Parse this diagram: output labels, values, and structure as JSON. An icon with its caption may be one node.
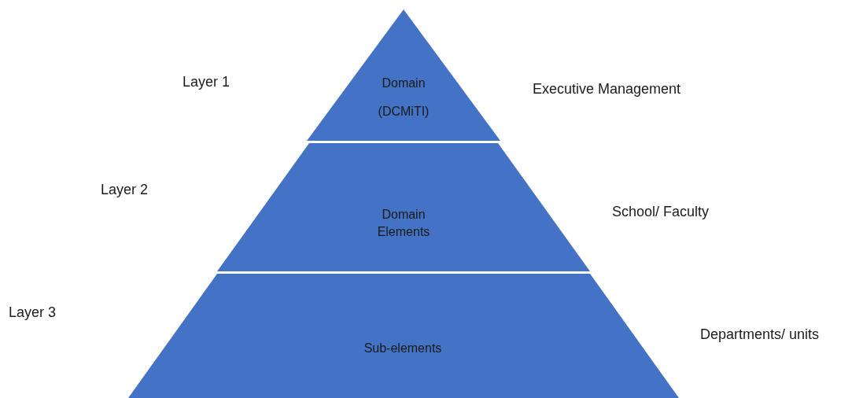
{
  "diagram": {
    "nodes": [
      {
        "text": [
          "Domain (DCMiTI)"
        ],
        "beside": [
          "Executive Management"
        ]
      },
      {
        "text": [
          "Domain Elements"
        ],
        "beside": [
          "School/ Faculty"
        ]
      },
      {
        "text": [
          "Sub-elements"
        ],
        "beside": [
          "Departments/ units"
        ]
      }
    ],
    "labels": [
      "Layer 1",
      "Layer 2",
      "Layer 3"
    ]
  }
}
